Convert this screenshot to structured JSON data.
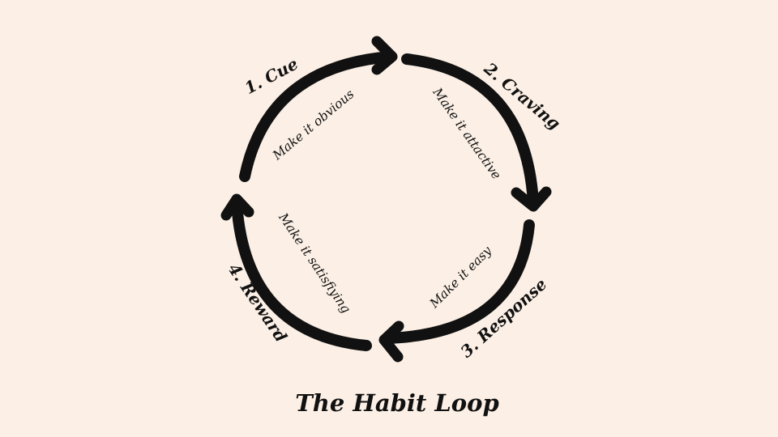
{
  "diagram": {
    "title": "The Habit Loop",
    "stages": [
      {
        "label": "1. Cue",
        "action": "Make it obvious"
      },
      {
        "label": "2. Craving",
        "action": "Make it attactive"
      },
      {
        "label": "3. Response",
        "action": "Make it easy"
      },
      {
        "label": "4. Reward",
        "action": "Make it satisfiying"
      }
    ],
    "colors": {
      "background": "#fcf0e6",
      "ink": "#111111"
    }
  }
}
